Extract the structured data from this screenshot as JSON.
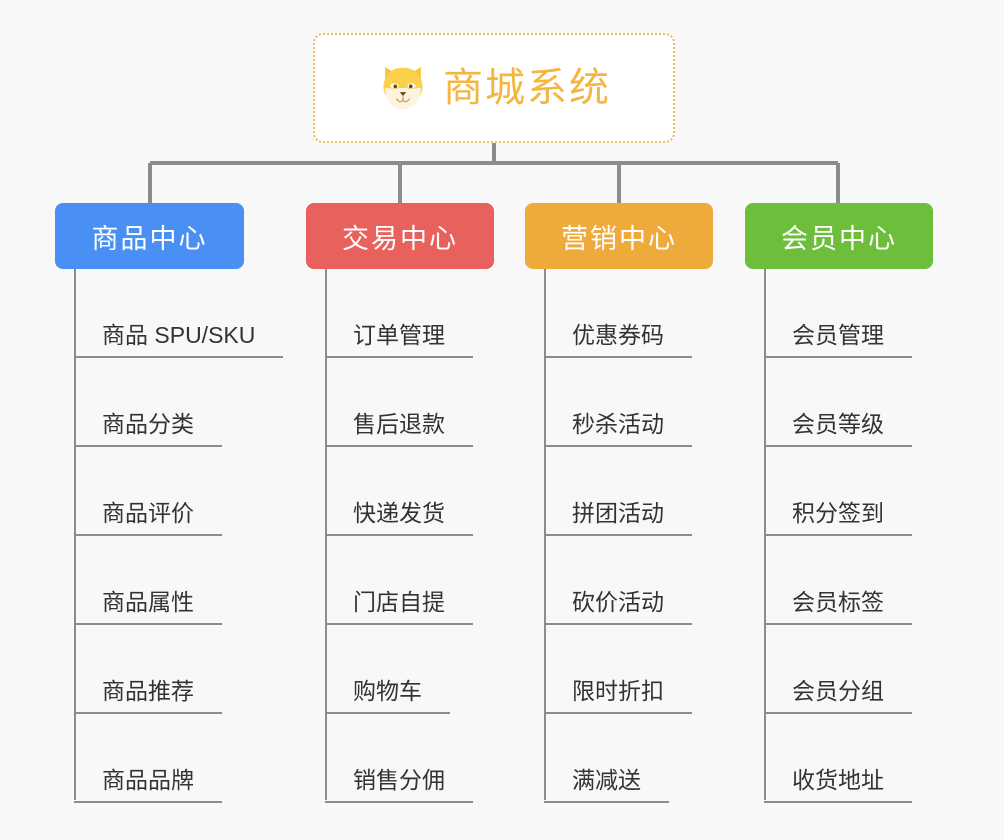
{
  "diagram": {
    "type": "mindmap",
    "background_color": "#f8f8f8",
    "root": {
      "title": "商城系统",
      "icon": "dog-face-emoji",
      "icon_glyph": "🐶",
      "text_color": "#f4b63f",
      "border_color": "#f0b95a",
      "background_color": "#ffffff"
    },
    "connector_color": "#8c8c8c",
    "branches": [
      {
        "label": "商品中心",
        "color": "#4a90f4",
        "leaves": [
          "商品 SPU/SKU",
          "商品分类",
          "商品评价",
          "商品属性",
          "商品推荐",
          "商品品牌"
        ]
      },
      {
        "label": "交易中心",
        "color": "#e8615c",
        "leaves": [
          "订单管理",
          "售后退款",
          "快递发货",
          "门店自提",
          "购物车",
          "销售分佣"
        ]
      },
      {
        "label": "营销中心",
        "color": "#eeab3c",
        "leaves": [
          "优惠券码",
          "秒杀活动",
          "拼团活动",
          "砍价活动",
          "限时折扣",
          "满减送"
        ]
      },
      {
        "label": "会员中心",
        "color": "#6cbe3b",
        "leaves": [
          "会员管理",
          "会员等级",
          "积分签到",
          "会员标签",
          "会员分组",
          "收货地址"
        ]
      }
    ]
  }
}
